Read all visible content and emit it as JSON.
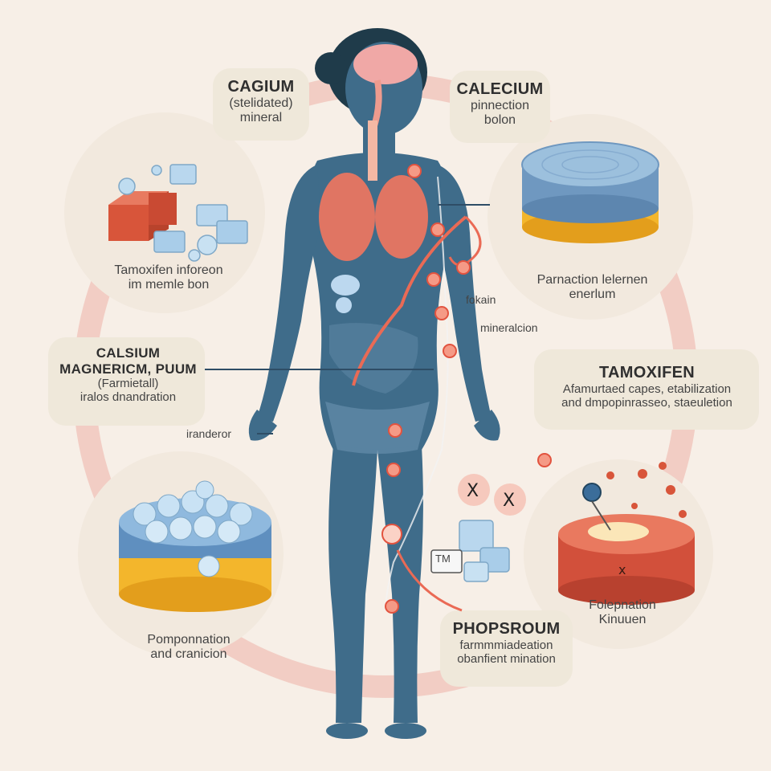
{
  "labels": {
    "top_left": {
      "title": "CAGIUM",
      "line1": "(stelidated)",
      "line2": "mineral"
    },
    "top_right": {
      "title": "CALECIUM",
      "line1": "pinnection",
      "line2": "bolon"
    },
    "left_mid": {
      "line1": "Tamoxifen inforeon",
      "line2": "im memle bon"
    },
    "right_mid": {
      "line1": "Parnaction lelernen",
      "line2": "enerlum"
    },
    "left_box": {
      "title1": "CALSIUM",
      "title2": "MAGNERICM, PUUM",
      "line1": "(Farmietall)",
      "line2": "iralos dnandration"
    },
    "right_box": {
      "title": "TAMOXIFEN",
      "line1": "Afamurtaed capes, etabilization",
      "line2": "and dmpopinrasseo, staeuletion"
    },
    "bottom_left": {
      "line1": "Pomponnation",
      "line2": "and cranicion"
    },
    "bottom_center": {
      "title": "PHOPSROUM",
      "line1": "farmmmiadeation",
      "line2": "obanfient mination"
    },
    "bottom_right": {
      "line1": "Folepnation",
      "line2": "Kinuuen"
    }
  },
  "callouts": {
    "fokain": "fokain",
    "mineralcion": "mineralcion",
    "iranderor": "iranderor",
    "tm_tag": "TM"
  },
  "colors": {
    "background": "#f7efe7",
    "body": "#3f6c8a",
    "ring": "#f2c8bf",
    "accent_red": "#e2533f",
    "mineral_blue": "#9cc3e2",
    "mineral_yellow": "#f3b62c"
  }
}
